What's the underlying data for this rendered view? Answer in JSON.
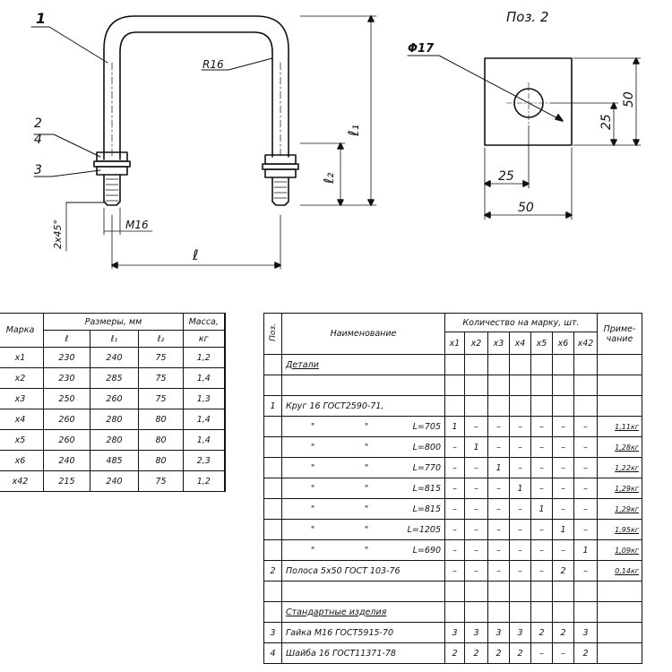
{
  "drawing": {
    "pos2_label": "Поз. 2",
    "callout_1": "1",
    "callout_2": "2",
    "callout_4": "4",
    "callout_3": "3",
    "radius": "R16",
    "hole_dia": "Φ17",
    "dim_l1": "ℓ₁",
    "dim_l2": "ℓ₂",
    "dim_l": "ℓ",
    "chamfer": "2x45°",
    "thread": "M16",
    "plate_h": "50",
    "plate_hole_y": "25",
    "plate_hole_x": "25",
    "plate_w": "50"
  },
  "sizes_table": {
    "header": {
      "mark": "Марка",
      "dims": "Размеры, мм",
      "l": "ℓ",
      "l1": "ℓ₁",
      "l2": "ℓ₂",
      "mass": "Масса,",
      "mass_unit": "кг"
    },
    "rows": [
      {
        "mark": "x1",
        "l": "230",
        "l1": "240",
        "l2": "75",
        "mass": "1,2"
      },
      {
        "mark": "x2",
        "l": "230",
        "l1": "285",
        "l2": "75",
        "mass": "1,4"
      },
      {
        "mark": "x3",
        "l": "250",
        "l1": "260",
        "l2": "75",
        "mass": "1,3"
      },
      {
        "mark": "x4",
        "l": "260",
        "l1": "280",
        "l2": "80",
        "mass": "1,4"
      },
      {
        "mark": "x5",
        "l": "260",
        "l1": "280",
        "l2": "80",
        "mass": "1,4"
      },
      {
        "mark": "x6",
        "l": "240",
        "l1": "485",
        "l2": "80",
        "mass": "2,3"
      },
      {
        "mark": "x42",
        "l": "215",
        "l1": "240",
        "l2": "75",
        "mass": "1,2"
      }
    ]
  },
  "spec_table": {
    "header": {
      "pos": "Поз.",
      "name": "Наименование",
      "qty": "Количество на марку, шт.",
      "note1": "Приме-",
      "note2": "чание",
      "marks": [
        "x1",
        "x2",
        "x3",
        "x4",
        "x5",
        "x6",
        "x42"
      ]
    },
    "section_parts": "Детали",
    "section_std": "Стандартные изделия",
    "item1": {
      "pos": "1",
      "name": "Круг 16 ГОСТ2590-71,"
    },
    "item1_rows": [
      {
        "ditto1": "\"",
        "ditto2": "\"",
        "len": "L=705",
        "q": [
          "1",
          "–",
          "–",
          "–",
          "–",
          "–",
          "–"
        ],
        "note": "1,11кг"
      },
      {
        "ditto1": "\"",
        "ditto2": "\"",
        "len": "L=800",
        "q": [
          "–",
          "1",
          "–",
          "–",
          "–",
          "–",
          "–"
        ],
        "note": "1,28кг"
      },
      {
        "ditto1": "\"",
        "ditto2": "\"",
        "len": "L=770",
        "q": [
          "–",
          "–",
          "1",
          "–",
          "–",
          "–",
          "–"
        ],
        "note": "1,22кг"
      },
      {
        "ditto1": "\"",
        "ditto2": "\"",
        "len": "L=815",
        "q": [
          "–",
          "–",
          "–",
          "1",
          "–",
          "–",
          "–"
        ],
        "note": "1,29кг"
      },
      {
        "ditto1": "\"",
        "ditto2": "\"",
        "len": "L=815",
        "q": [
          "–",
          "–",
          "–",
          "–",
          "1",
          "–",
          "–"
        ],
        "note": "1,29кг"
      },
      {
        "ditto1": "\"",
        "ditto2": "\"",
        "len": "L=1205",
        "q": [
          "–",
          "–",
          "–",
          "–",
          "–",
          "1",
          "–"
        ],
        "note": "1,95кг"
      },
      {
        "ditto1": "\"",
        "ditto2": "\"",
        "len": "L=690",
        "q": [
          "–",
          "–",
          "–",
          "–",
          "–",
          "–",
          "1"
        ],
        "note": "1,09кг"
      }
    ],
    "item2": {
      "pos": "2",
      "name": "Полоса 5x50 ГОСТ 103-76",
      "q": [
        "–",
        "–",
        "–",
        "–",
        "–",
        "2",
        "–"
      ],
      "note": "0,14кг"
    },
    "item3": {
      "pos": "3",
      "name": "Гайка М16 ГОСТ5915-70",
      "q": [
        "3",
        "3",
        "3",
        "3",
        "2",
        "2",
        "3"
      ],
      "note": ""
    },
    "item4": {
      "pos": "4",
      "name": "Шайба 16 ГОСТ11371-78",
      "q": [
        "2",
        "2",
        "2",
        "2",
        "–",
        "–",
        "2"
      ],
      "note": ""
    }
  }
}
